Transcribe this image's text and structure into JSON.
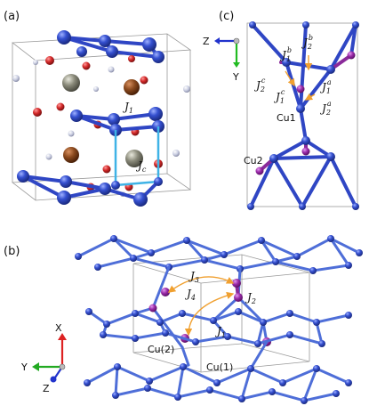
{
  "panels": {
    "a": {
      "label": "(a)",
      "J1": "J",
      "J1_sub": "1",
      "Jc": "J",
      "Jc_sub": "c"
    },
    "b": {
      "label": "(b)",
      "J1": "J",
      "J1_sub": "1",
      "J2": "J",
      "J2_sub": "2",
      "J3": "J",
      "J3_sub": "3",
      "J4": "J",
      "J4_sub": "4",
      "cu1": "Cu(1)",
      "cu2": "Cu(2)",
      "axes": {
        "x": "X",
        "y": "Y",
        "z": "Z"
      }
    },
    "c": {
      "label": "(c)",
      "axes": {
        "z": "Z",
        "y": "Y"
      },
      "j1b": "J",
      "j1b_sub": "1",
      "j1b_sup": "b",
      "j2b": "J",
      "j2b_sub": "2",
      "j2b_sup": "b",
      "j2c": "J",
      "j2c_sub": "2",
      "j2c_sup": "c",
      "j1c": "J",
      "j1c_sub": "1",
      "j1c_sup": "c",
      "j1a": "J",
      "j1a_sub": "1",
      "j1a_sup": "a",
      "j2a": "J",
      "j2a_sub": "2",
      "j2a_sup": "a",
      "cu1": "Cu1",
      "cu2": "Cu2"
    }
  },
  "colors": {
    "cu1_atom": "#2f46c4",
    "cu2_atom": "#8a2a9a",
    "oxygen": "#d42a2a",
    "large_grey": "#8a8a7a",
    "brown": "#8b4a1e",
    "light_atom": "#c8cce0",
    "jc_bond": "#3fb3e6",
    "exchange_arrow": "#f0a030"
  }
}
